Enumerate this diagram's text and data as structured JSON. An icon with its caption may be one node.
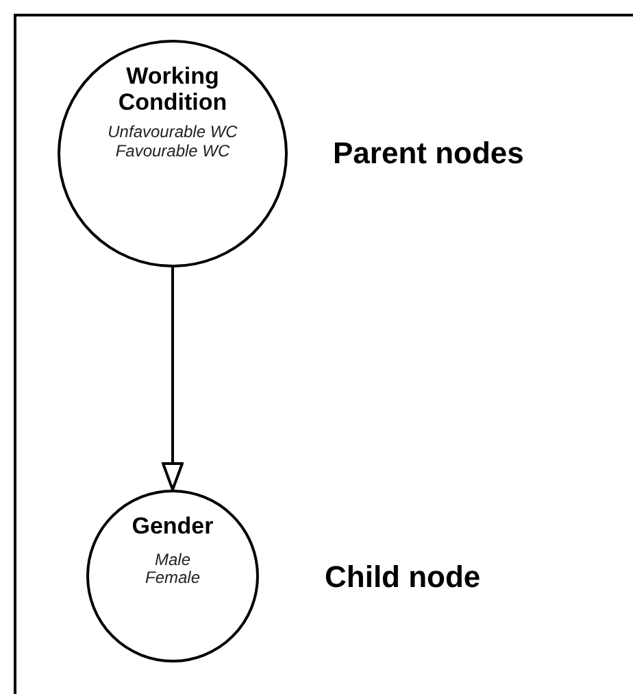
{
  "diagram": {
    "nodes": [
      {
        "text": [
          "Working Condition",
          "Unfavourable WC",
          "Favourable WC"
        ]
      },
      {
        "text": [
          "Gender",
          "Male",
          "Female"
        ]
      }
    ],
    "edges": [
      {
        "from": 0,
        "to": 1,
        "arrow": "to"
      }
    ],
    "labels": [
      "Parent nodes",
      "Child node"
    ]
  }
}
